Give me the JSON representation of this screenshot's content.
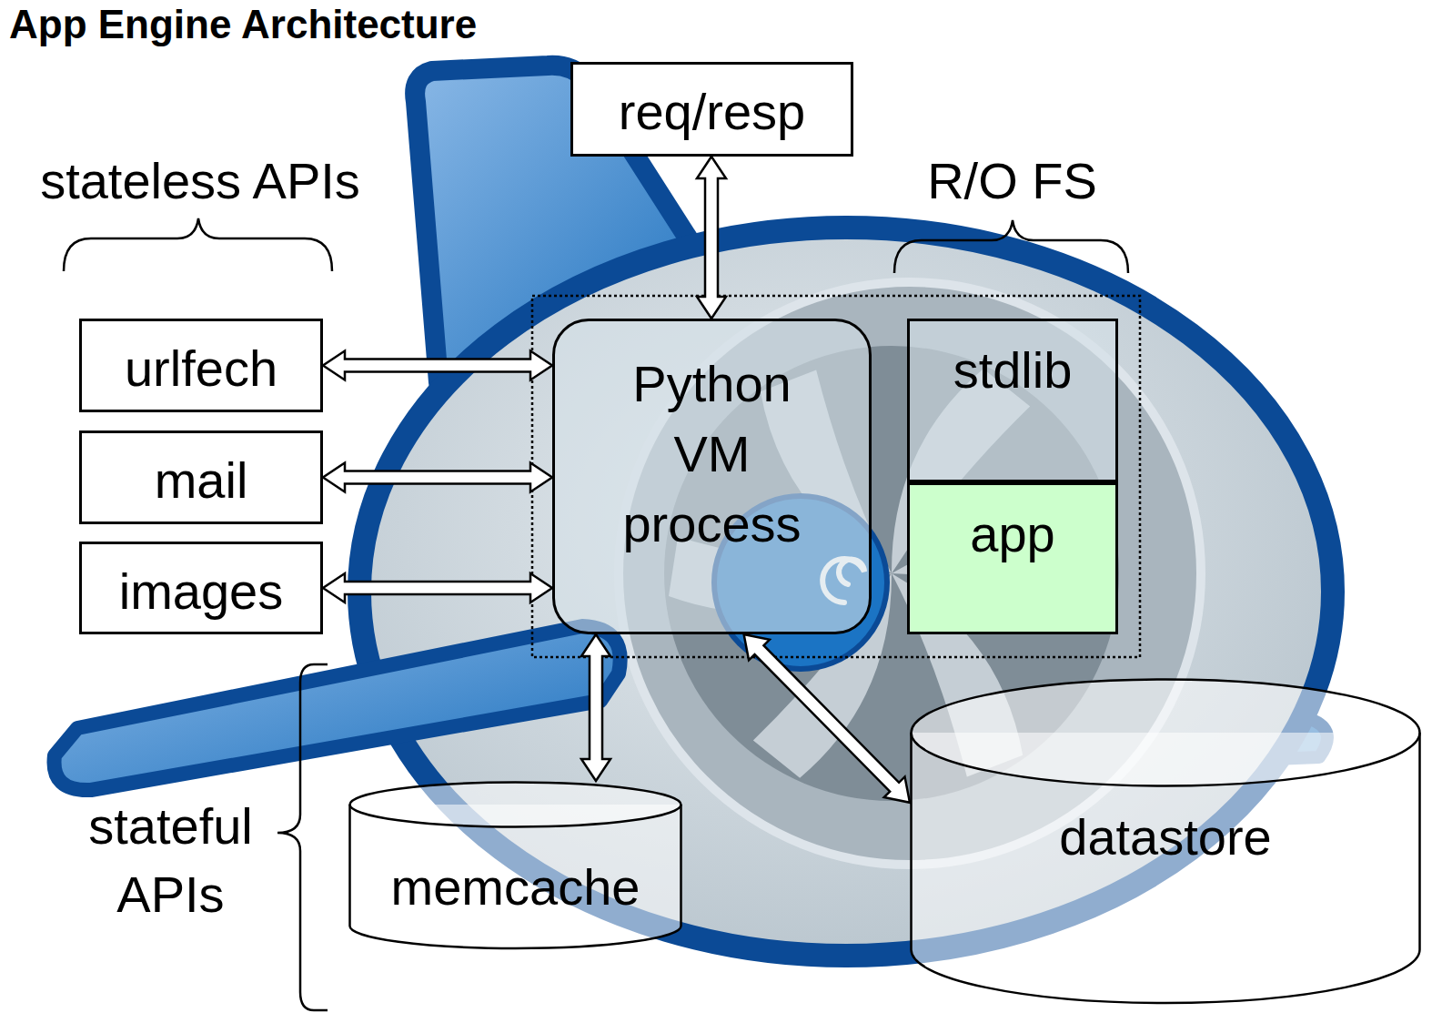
{
  "diagram": {
    "title": "App Engine Architecture",
    "nodes": [
      {
        "text": [
          "req/resp"
        ]
      },
      {
        "text": [
          "urlfech"
        ]
      },
      {
        "text": [
          "mail"
        ]
      },
      {
        "text": [
          "images"
        ]
      },
      {
        "text": [
          "Python VM process"
        ]
      },
      {
        "text": [
          "stdlib"
        ]
      },
      {
        "text": [
          "app"
        ]
      },
      {
        "text": [
          "datastore"
        ]
      },
      {
        "text": [
          "memcache"
        ]
      }
    ],
    "edges": [
      {
        "from": 0,
        "to": 4,
        "arrow": "both"
      },
      {
        "from": 1,
        "to": 4,
        "arrow": "both"
      },
      {
        "from": 2,
        "to": 4,
        "arrow": "both"
      },
      {
        "from": 3,
        "to": 4,
        "arrow": "both"
      },
      {
        "from": 4,
        "to": 8,
        "arrow": "both"
      },
      {
        "from": 4,
        "to": 7,
        "arrow": "both"
      }
    ],
    "labels": [
      "stateless APIs",
      "R/O FS",
      "stateful APIs"
    ]
  }
}
